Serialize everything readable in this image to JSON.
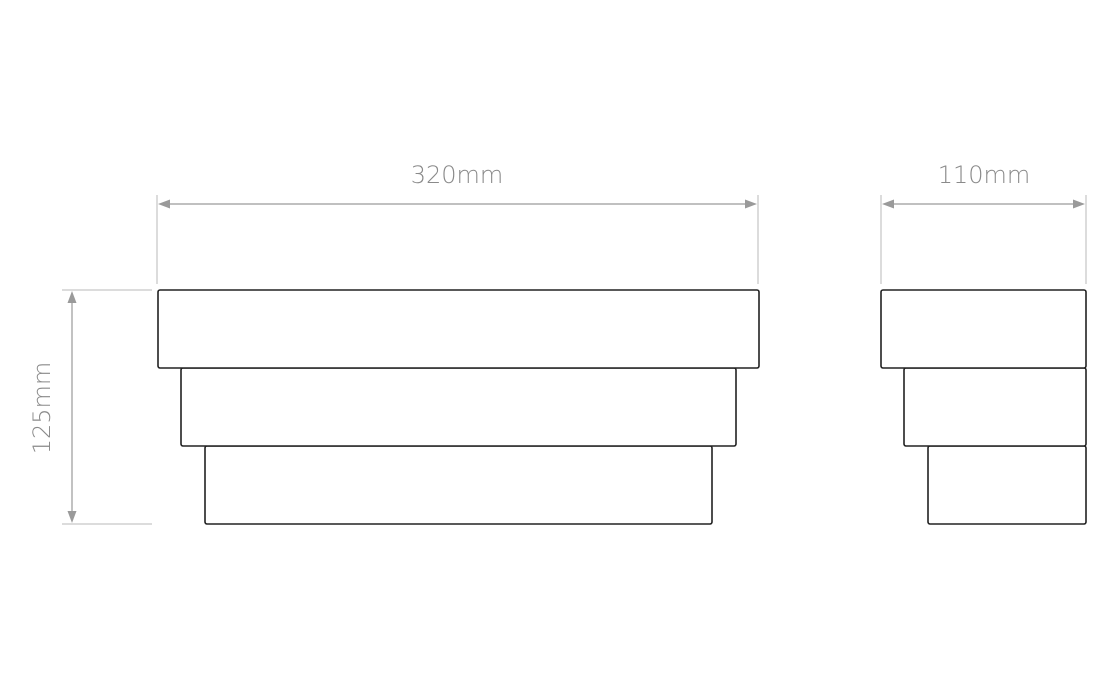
{
  "dimensions": {
    "front_width": "320mm",
    "side_depth": "110mm",
    "height": "125mm"
  },
  "colors": {
    "dimension": "#9a9a9a",
    "label": "#8a8a8a",
    "outline": "#222222"
  }
}
